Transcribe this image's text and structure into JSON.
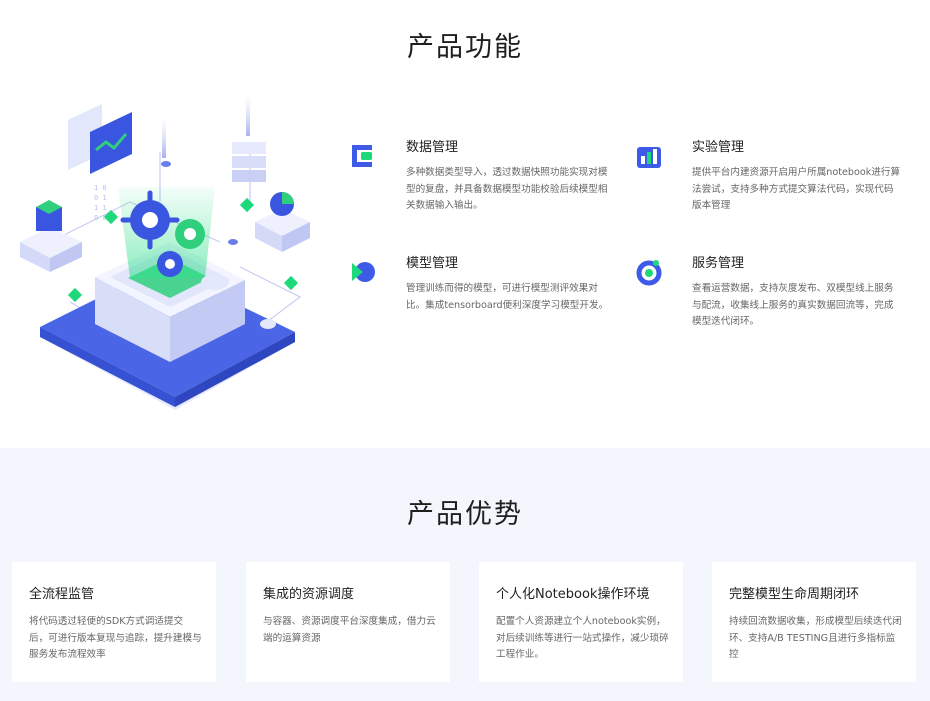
{
  "features_section": {
    "title": "产品功能",
    "items": [
      {
        "title": "数据管理",
        "desc": "多种数据类型导入，透过数据快照功能实现对模型的复盘，并具备数据模型功能校验后续模型相关数据输入输出。",
        "icon": "data-management-icon"
      },
      {
        "title": "实验管理",
        "desc": "提供平台内建资源开启用户所属notebook进行算法尝试，支持多种方式提交算法代码，实现代码版本管理",
        "icon": "experiment-management-icon"
      },
      {
        "title": "模型管理",
        "desc": "管理训练而得的模型，可进行模型测评效果对比。集成tensorboard便利深度学习模型开发。",
        "icon": "model-management-icon"
      },
      {
        "title": "服务管理",
        "desc": "查看运营数据，支持灰度发布、双模型线上服务与配流，收集线上服务的真实数据回流等，完成模型迭代闭环。",
        "icon": "service-management-icon"
      }
    ]
  },
  "advantages_section": {
    "title": "产品优势",
    "cards": [
      {
        "title": "全流程监管",
        "desc": "将代码透过轻便的SDK方式调适提交后，可进行版本复现与追踪，提升建模与服务发布流程效率"
      },
      {
        "title": "集成的资源调度",
        "desc": "与容器、资源调度平台深度集成，借力云端的运算资源"
      },
      {
        "title": "个人化Notebook操作环境",
        "desc": "配置个人资源建立个人notebook实例，对后续训练等进行一站式操作，减少琐碎工程作业。"
      },
      {
        "title": "完整模型生命周期闭环",
        "desc": "持续回流数据收集，形成模型后续迭代闭环、支持A/B TESTING且进行多指标监控"
      }
    ]
  },
  "colors": {
    "primary_blue": "#3d5ae8",
    "accent_green": "#1ed97a",
    "section_bg": "#f4f6fd"
  },
  "illustration_icon": "isometric-server-gears-illustration"
}
